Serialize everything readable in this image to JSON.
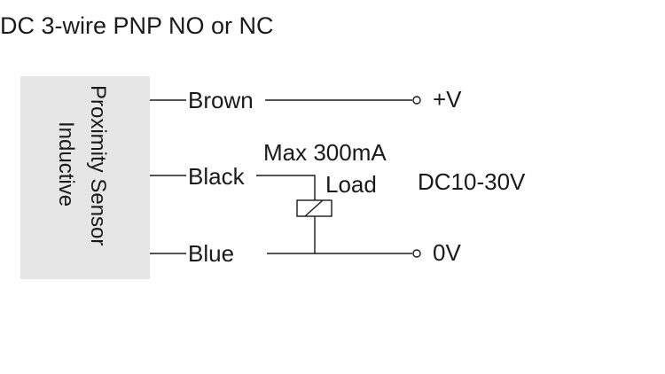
{
  "title": "DC 3-wire PNP NO or NC",
  "sensor": {
    "line1": "Proximity Sensor",
    "line2": "Inductive"
  },
  "wires": {
    "brown": "Brown",
    "black": "Black",
    "blue": "Blue"
  },
  "terminals": {
    "positive": "+V",
    "ground": "0V"
  },
  "load": {
    "max_current": "Max 300mA",
    "label": "Load"
  },
  "supply": "DC10-30V"
}
